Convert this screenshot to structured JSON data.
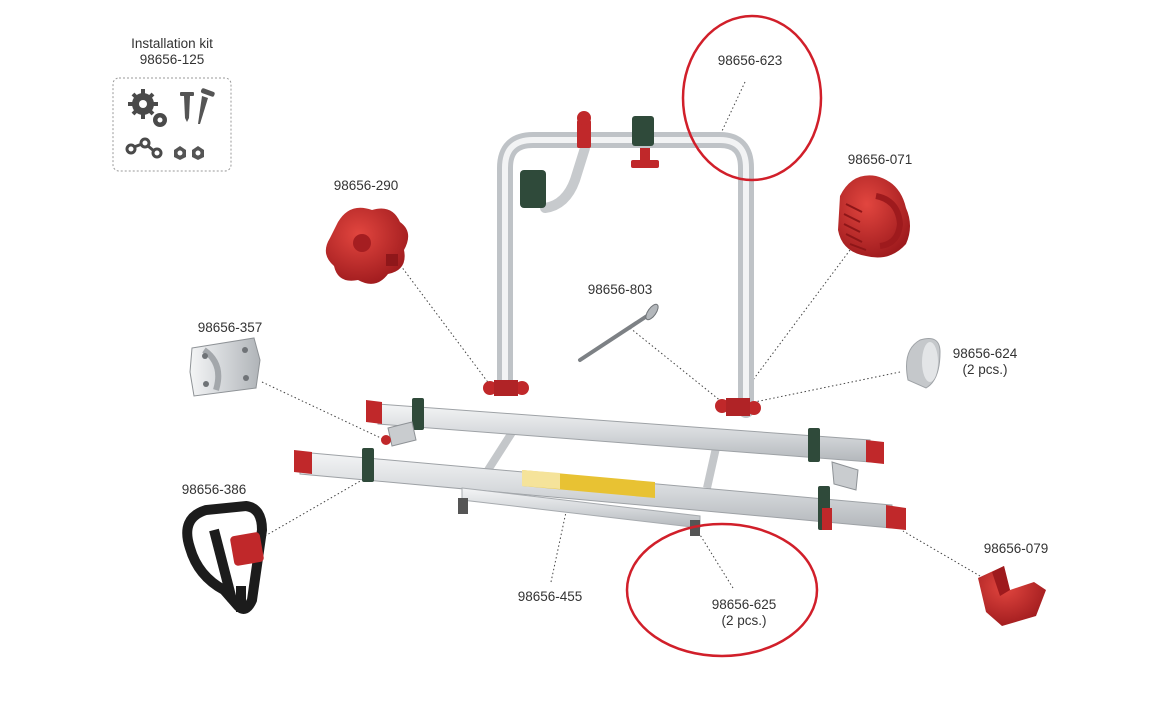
{
  "diagram": {
    "colors": {
      "background": "#ffffff",
      "label_text": "#333333",
      "highlight_circle": "#d11f2a",
      "plastic_red": "#c0282a",
      "aluminium": "#dfe2e4",
      "strap_black": "#1c1c1c",
      "bracket_green": "#2f4a3a"
    },
    "kit": {
      "title": "Installation kit",
      "code": "98656-125",
      "icons": [
        "gears-icon",
        "screws-icon",
        "chain-icon",
        "nuts-icon"
      ]
    },
    "parts": [
      {
        "id": "p623",
        "code": "98656-623",
        "qty": "",
        "highlighted": true
      },
      {
        "id": "p290",
        "code": "98656-290",
        "qty": ""
      },
      {
        "id": "p071",
        "code": "98656-071",
        "qty": ""
      },
      {
        "id": "p803",
        "code": "98656-803",
        "qty": ""
      },
      {
        "id": "p357",
        "code": "98656-357",
        "qty": ""
      },
      {
        "id": "p624",
        "code": "98656-624",
        "qty": "(2 pcs.)"
      },
      {
        "id": "p386",
        "code": "98656-386",
        "qty": ""
      },
      {
        "id": "p455",
        "code": "98656-455",
        "qty": ""
      },
      {
        "id": "p625",
        "code": "98656-625",
        "qty": "(2 pcs.)",
        "highlighted": true
      },
      {
        "id": "p079",
        "code": "98656-079",
        "qty": ""
      }
    ]
  }
}
